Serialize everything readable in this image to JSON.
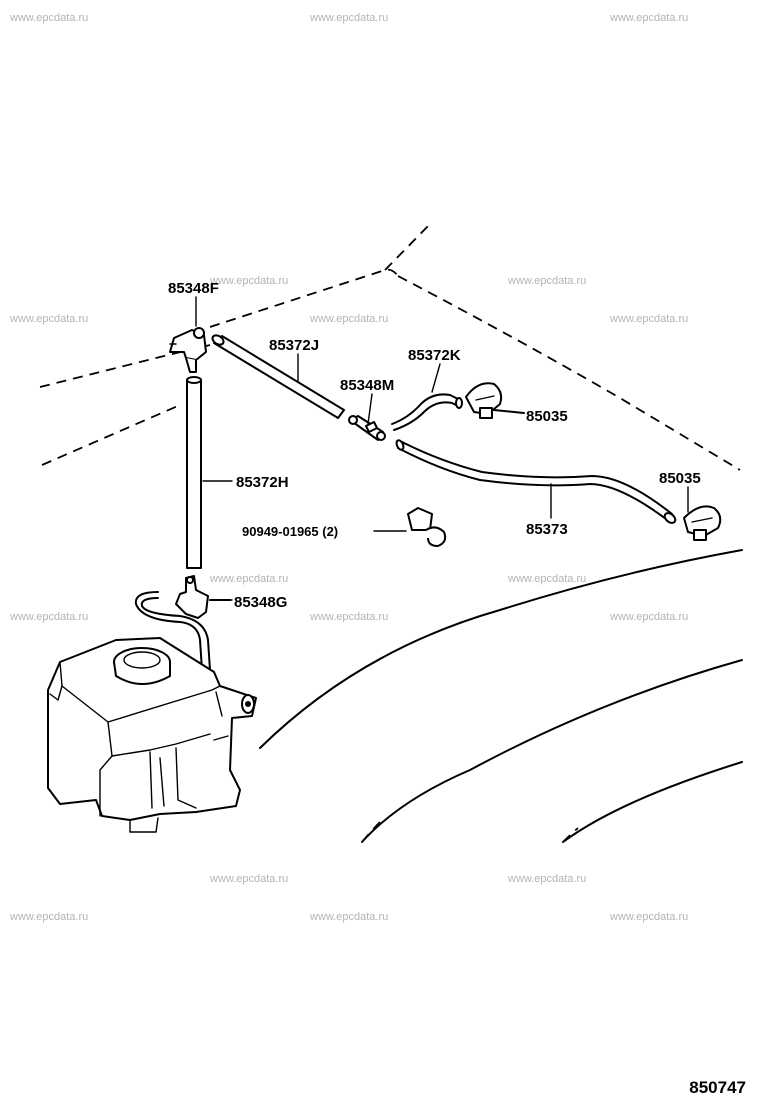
{
  "watermark": "www.epcdata.ru",
  "reference_number": "850747",
  "parts": {
    "p1": "85348F",
    "p2": "85372J",
    "p3": "85372K",
    "p4": "85348M",
    "p5": "85035",
    "p6": "85372H",
    "p7": "90949-01965 (2)",
    "p8": "85373",
    "p9": "85035",
    "p10": "85348G"
  }
}
